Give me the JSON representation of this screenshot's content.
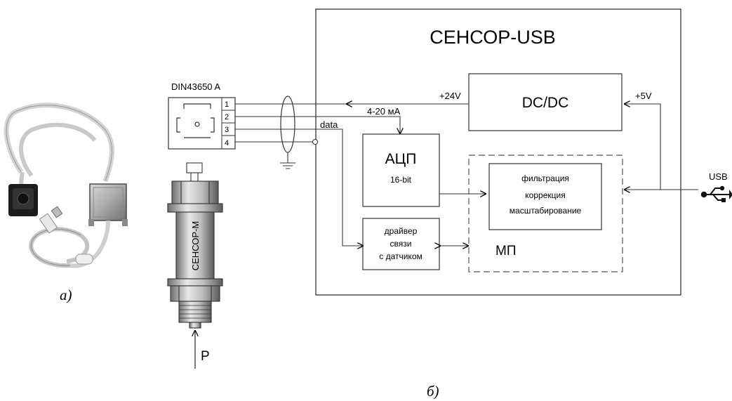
{
  "panel_a": {
    "caption": "а)"
  },
  "panel_b": {
    "caption": "б)",
    "box_title": "СЕНСОР-USB",
    "connector_label": "DIN43650 A",
    "pins": [
      "1",
      "2",
      "3",
      "4"
    ],
    "signal_current": "4-20 мА",
    "signal_data": "data",
    "power_24": "+24V",
    "power_5": "+5V",
    "dcdc_label": "DC/DC",
    "adc_label": "АЦП",
    "adc_bits": "16-bit",
    "driver_lines": [
      "драйвер",
      "связи",
      "с датчиком"
    ],
    "proc_lines": [
      "фильтрация",
      "коррекция",
      "масштабирование"
    ],
    "mp_label": "МП",
    "usb_label": "USB",
    "sensor_body_label": "СЕНСОР-М",
    "pressure_label": "P"
  }
}
